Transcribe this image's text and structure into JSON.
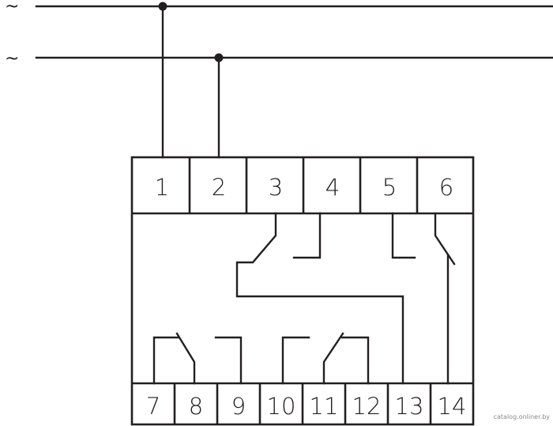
{
  "supply": {
    "line1_symbol": "~",
    "line2_symbol": "~"
  },
  "top_terminals": [
    "1",
    "2",
    "3",
    "4",
    "5",
    "6"
  ],
  "bottom_terminals": [
    "7",
    "8",
    "9",
    "10",
    "11",
    "12",
    "13",
    "14"
  ],
  "watermark": "catalog.onliner.by",
  "colors": {
    "ink": "#231f20",
    "background": "#ffffff"
  }
}
